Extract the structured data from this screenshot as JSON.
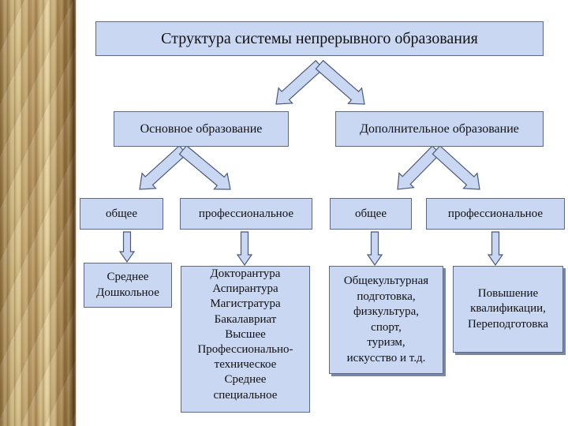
{
  "title": "Структура системы непрерывного образования",
  "branches": {
    "main": "Основное образование",
    "additional": "Дополнительное образование"
  },
  "types": {
    "main_general": "общее",
    "main_professional": "профессиональное",
    "add_general": "общее",
    "add_professional": "профессиональное"
  },
  "leaves": {
    "main_general": [
      "Среднее",
      "Дошкольное"
    ],
    "main_professional": [
      "Докторантура",
      "Аспирантура",
      "Магистратура",
      "Бакалавриат",
      "Высшее",
      "Профессионально-",
      "техническое",
      "Среднее",
      "специальное"
    ],
    "add_general": [
      "Общекультурная",
      "подготовка,",
      "физкультура,",
      "спорт,",
      "туризм,",
      "искусство и т.д."
    ],
    "add_professional": [
      "Повышение",
      "квалификации,",
      "Переподготовка"
    ]
  },
  "colors": {
    "box_fill": "#c9d7f3",
    "box_border": "#5a6a8c",
    "arrow_fill": "#c9d7f3"
  }
}
